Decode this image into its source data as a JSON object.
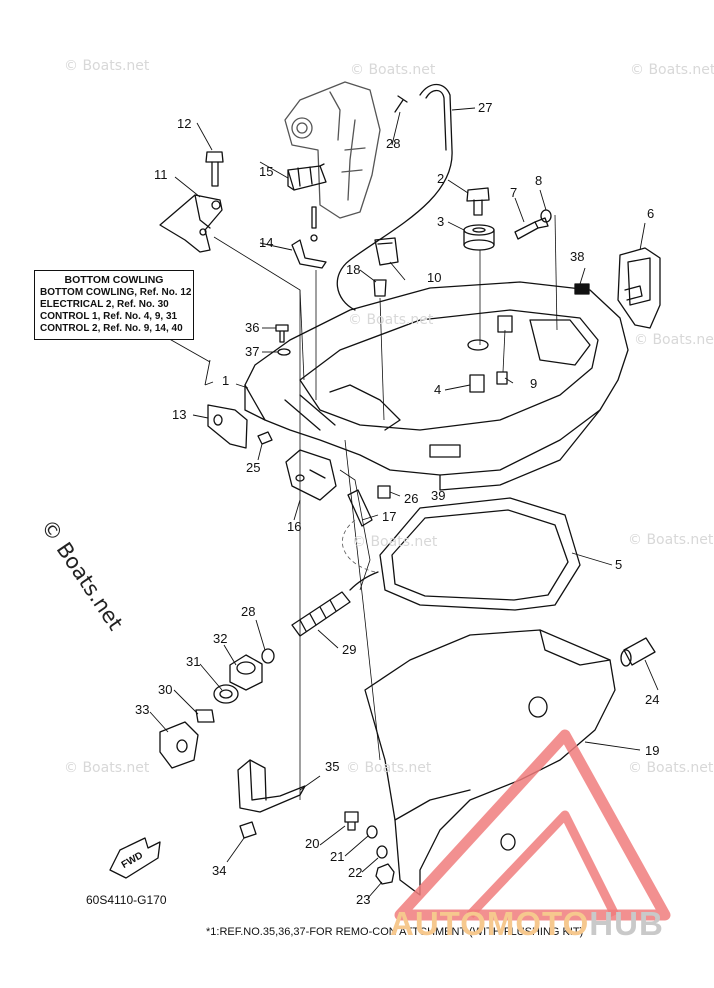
{
  "diagram": {
    "ref_box": {
      "title": "BOTTOM COWLING",
      "rows": [
        "BOTTOM COWLING, Ref. No. 12",
        "ELECTRICAL 2, Ref. No. 30",
        "CONTROL 1, Ref. No. 4, 9, 31",
        "CONTROL 2, Ref. No. 9, 14, 40"
      ]
    },
    "callouts": [
      {
        "id": "1",
        "label": "1"
      },
      {
        "id": "2",
        "label": "2"
      },
      {
        "id": "3",
        "label": "3"
      },
      {
        "id": "4",
        "label": "4"
      },
      {
        "id": "5",
        "label": "5"
      },
      {
        "id": "6",
        "label": "6"
      },
      {
        "id": "7",
        "label": "7"
      },
      {
        "id": "8",
        "label": "8"
      },
      {
        "id": "9",
        "label": "9"
      },
      {
        "id": "10",
        "label": "10"
      },
      {
        "id": "11",
        "label": "11"
      },
      {
        "id": "12",
        "label": "12"
      },
      {
        "id": "13",
        "label": "13"
      },
      {
        "id": "14",
        "label": "14"
      },
      {
        "id": "15",
        "label": "15"
      },
      {
        "id": "16",
        "label": "16"
      },
      {
        "id": "17",
        "label": "17"
      },
      {
        "id": "18",
        "label": "18"
      },
      {
        "id": "19",
        "label": "19"
      },
      {
        "id": "20",
        "label": "20"
      },
      {
        "id": "21",
        "label": "21"
      },
      {
        "id": "22",
        "label": "22"
      },
      {
        "id": "23",
        "label": "23"
      },
      {
        "id": "24",
        "label": "24"
      },
      {
        "id": "25",
        "label": "25"
      },
      {
        "id": "26",
        "label": "26"
      },
      {
        "id": "27",
        "label": "27"
      },
      {
        "id": "28a",
        "label": "28"
      },
      {
        "id": "28b",
        "label": "28"
      },
      {
        "id": "29",
        "label": "29"
      },
      {
        "id": "30",
        "label": "30"
      },
      {
        "id": "31",
        "label": "31"
      },
      {
        "id": "32",
        "label": "32"
      },
      {
        "id": "33",
        "label": "33"
      },
      {
        "id": "34",
        "label": "34"
      },
      {
        "id": "35",
        "label": "35"
      },
      {
        "id": "36",
        "label": "36"
      },
      {
        "id": "37",
        "label": "37"
      },
      {
        "id": "38",
        "label": "38"
      },
      {
        "id": "39",
        "label": "39"
      }
    ],
    "fwd_label": "FWD",
    "drawing_code": "60S4110-G170",
    "footnote": "*1:REF.NO.35,36,37-FOR REMO-CON ATTCHMENT (WITH FLUSHING KIT)"
  },
  "watermark": {
    "text": "© Boats.net",
    "main_text": "© Boats.net"
  },
  "logo": {
    "part1": "AUTOMOTO",
    "part2": "HUB",
    "colors": {
      "triangle": "#f07d7d",
      "part1": "#f6c88e",
      "part2": "#c9c9c9"
    }
  }
}
